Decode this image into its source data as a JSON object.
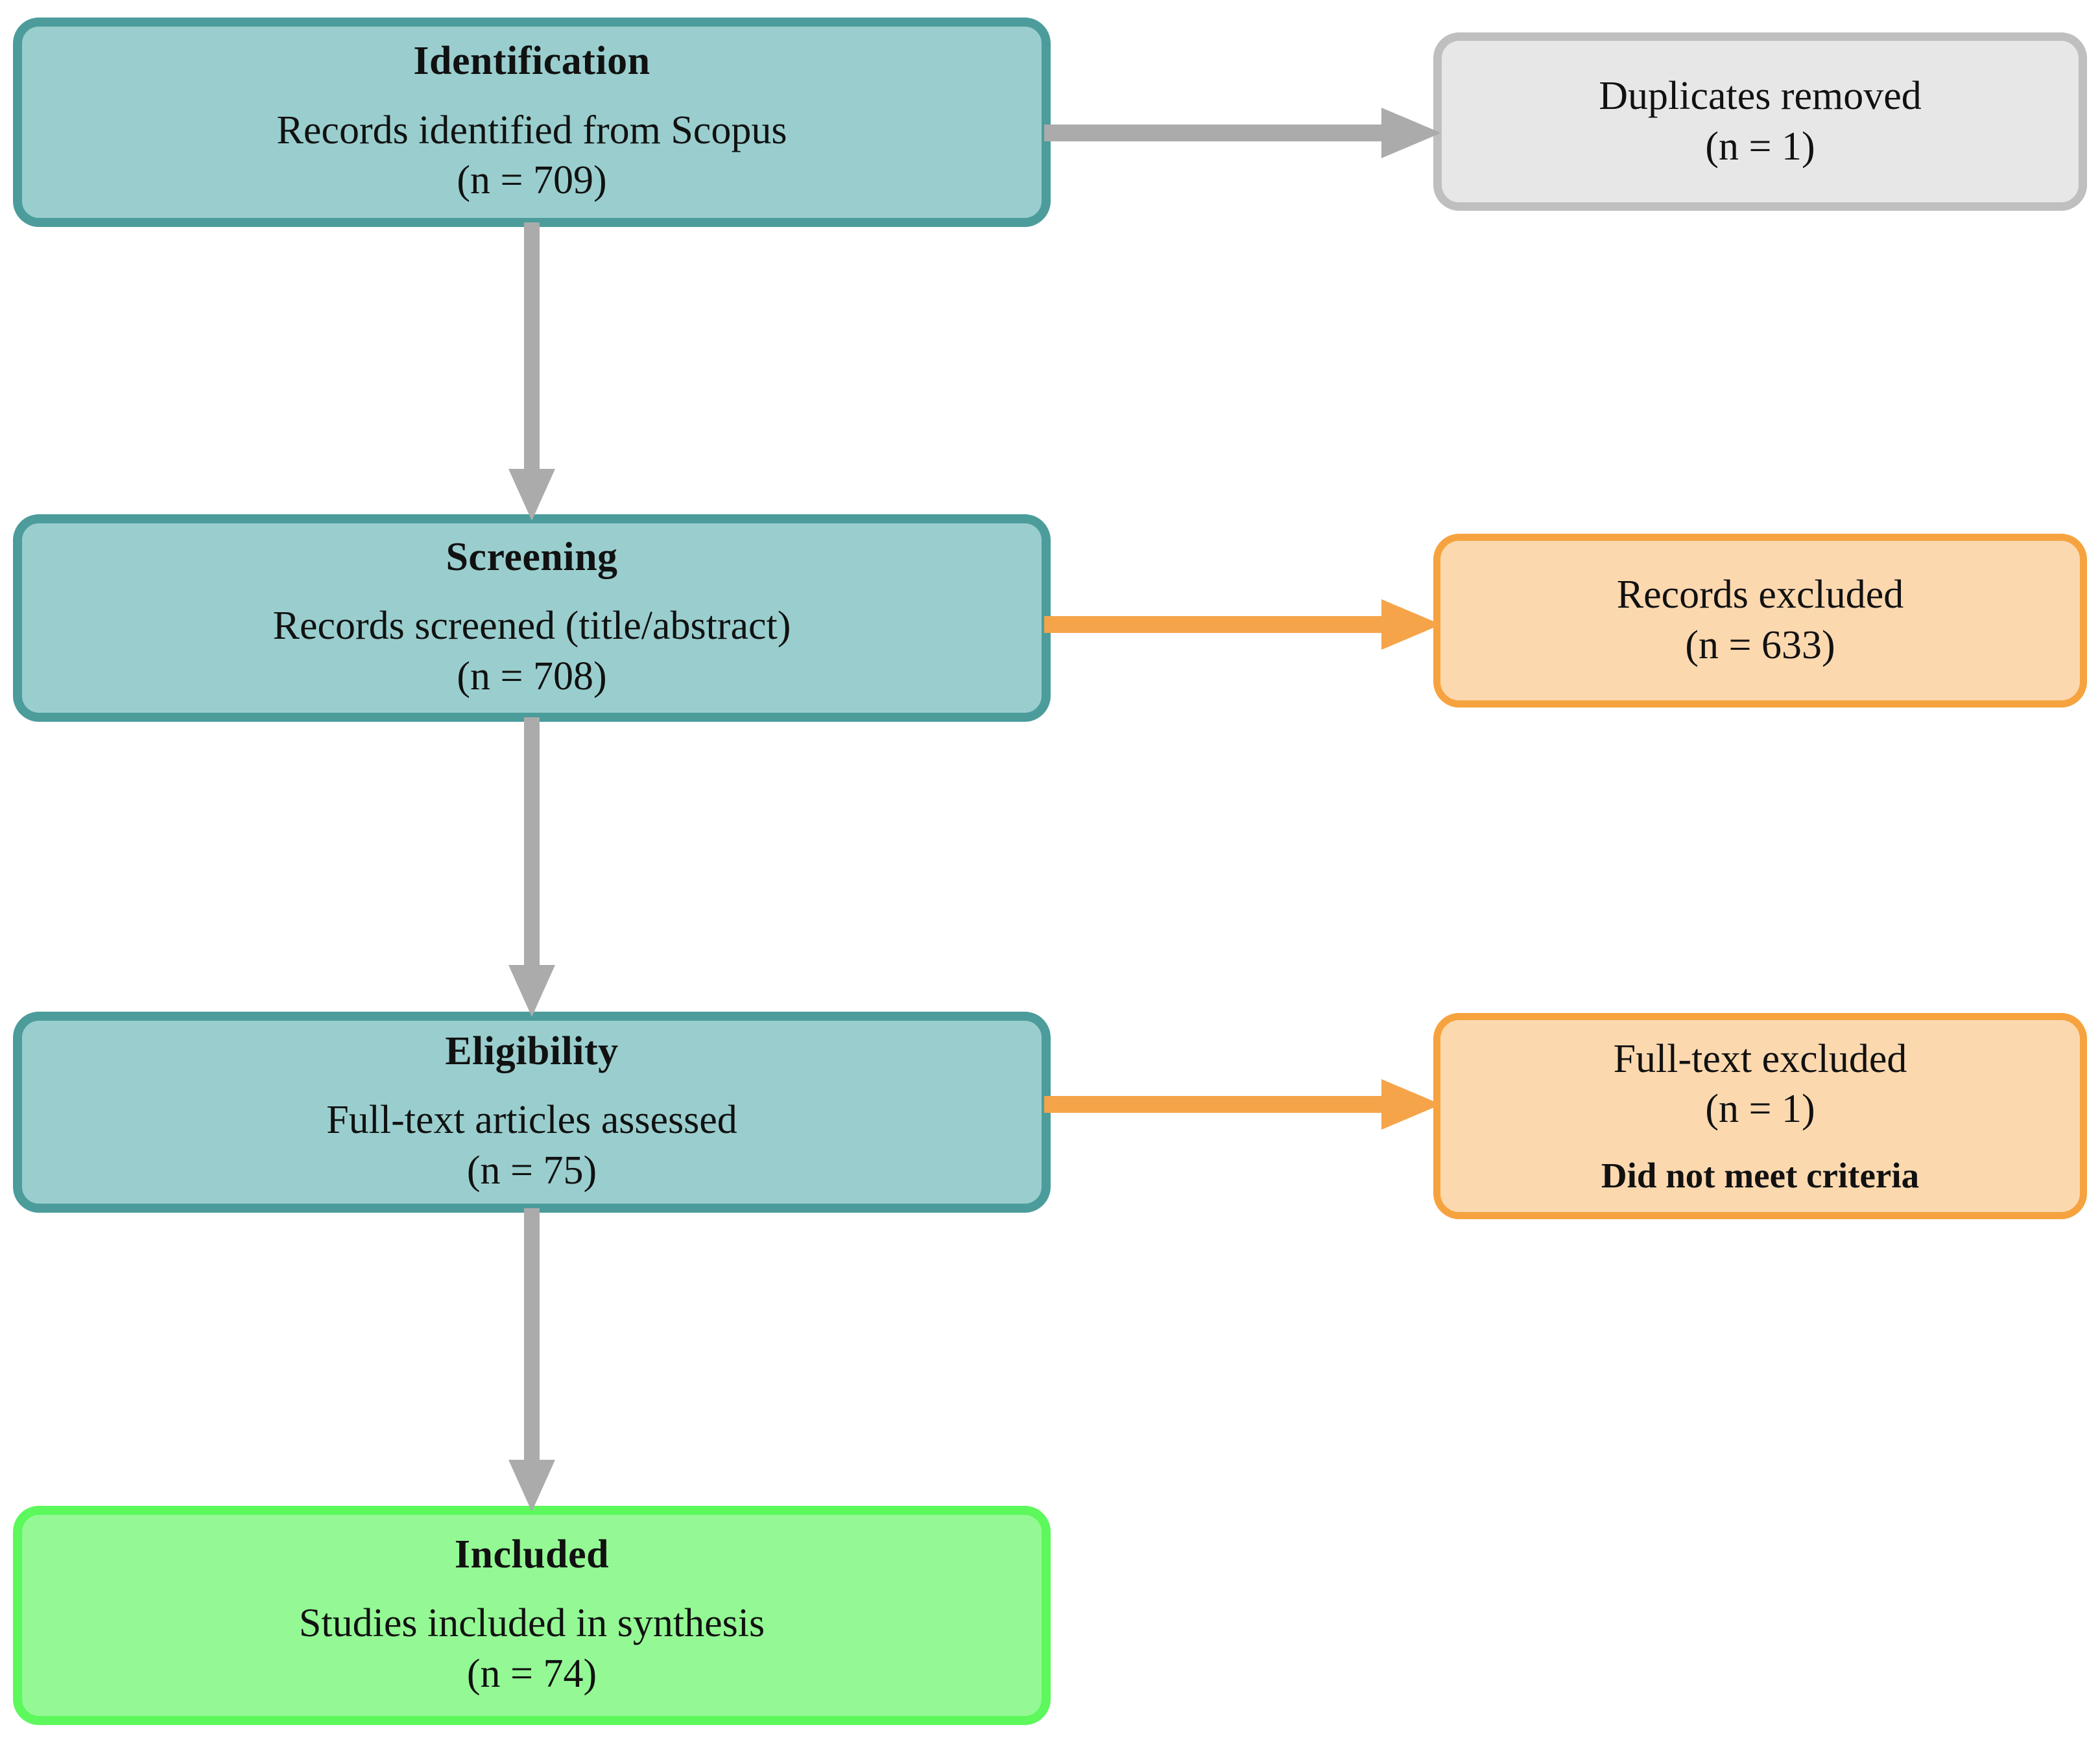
{
  "diagram": {
    "type": "prisma-flow-diagram",
    "stages": [
      {
        "id": "identification",
        "title": "Identification",
        "line1": "Records identified from Scopus",
        "line2": "(n = 709)",
        "count": 709,
        "fill": "#9ACECE",
        "border": "#4C9C9C"
      },
      {
        "id": "screening",
        "title": "Screening",
        "line1": "Records screened (title/abstract)",
        "line2": "(n = 708)",
        "count": 708,
        "fill": "#9ACECE",
        "border": "#4C9C9C"
      },
      {
        "id": "eligibility",
        "title": "Eligibility",
        "line1": "Full-text articles assessed",
        "line2": "(n = 75)",
        "count": 75,
        "fill": "#9ACECE",
        "border": "#4C9C9C"
      },
      {
        "id": "included",
        "title": "Included",
        "line1": "Studies included in synthesis",
        "line2": "(n = 74)",
        "count": 74,
        "fill": "#94F994",
        "border": "#5CF85C"
      }
    ],
    "exclusions": [
      {
        "id": "duplicates",
        "line1": "Duplicates removed",
        "line2": "(n = 1)",
        "line3": "",
        "count": 1,
        "fill": "#E7E7E7",
        "border": "#BFBFBF"
      },
      {
        "id": "records-excluded",
        "line1": "Records excluded",
        "line2": "(n = 633)",
        "line3": "",
        "count": 633,
        "fill": "#FCD8AF",
        "border": "#F6A33F"
      },
      {
        "id": "fulltext-excluded",
        "line1": "Full-text excluded",
        "line2": "(n = 1)",
        "line3": "Did not meet criteria",
        "count": 1,
        "fill": "#FCD8AF",
        "border": "#F6A33F"
      }
    ],
    "arrows": {
      "vertical_color": "#ABABAB",
      "identification_to_duplicates_color": "#ABABAB",
      "screening_to_excluded_color": "#F5A44A",
      "eligibility_to_fulltext_color": "#F5A44A"
    }
  }
}
